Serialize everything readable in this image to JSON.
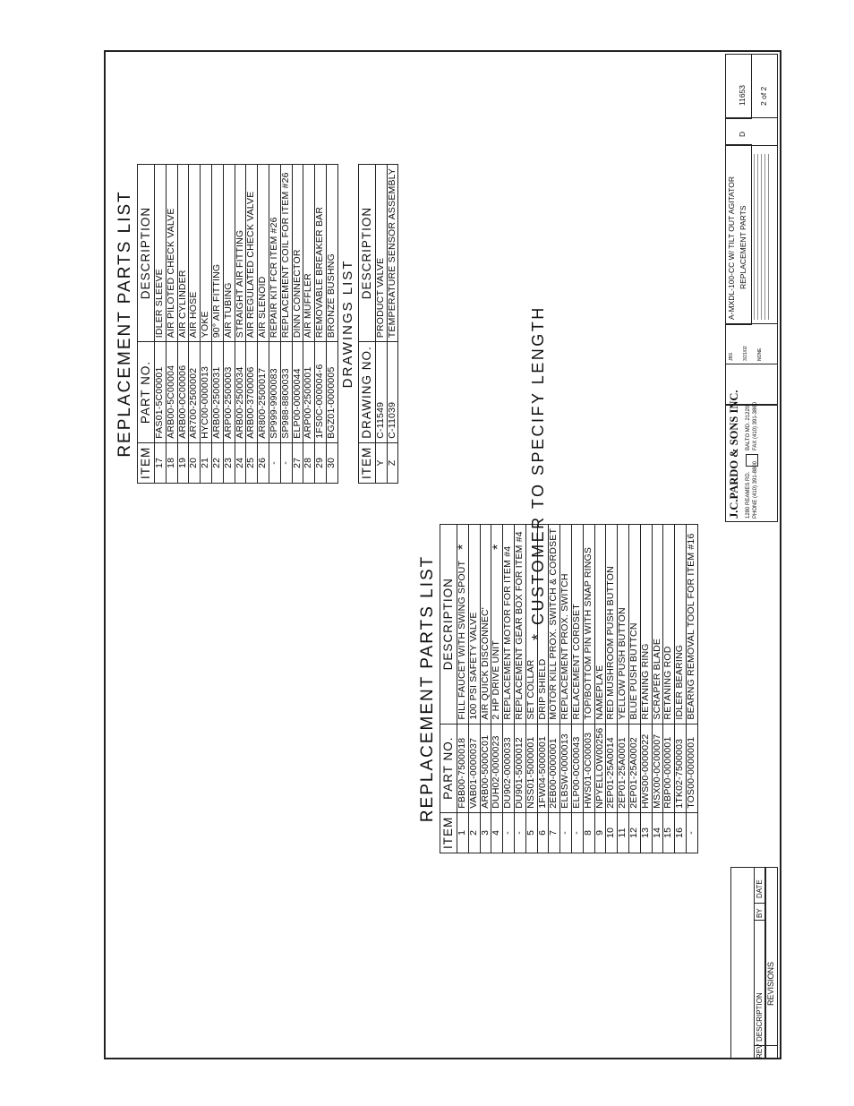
{
  "parts_table_1": {
    "title": "REPLACEMENT PARTS LIST",
    "headers": {
      "item": "ITEM",
      "part": "PART NO.",
      "desc": "DESCRIPTION"
    },
    "rows": [
      {
        "item": "1",
        "part": "FBB00-7500018",
        "desc": "FILL FAUCET WITH SWING SPOUT"
      },
      {
        "item": "2",
        "part": "VAB01-0000037",
        "desc": "100 PSI SAFETY VALVE"
      },
      {
        "item": "3",
        "part": "ARB00-5000C01",
        "desc": "AIR QUICK DISCONNEC'"
      },
      {
        "item": "4",
        "part": "DUH02-0000023",
        "desc": "2 HP DRIVE UNIT"
      },
      {
        "item": "-",
        "part": "DU902-0000033",
        "desc": "REPLACEMENT MOTOR FOR ITEM #4"
      },
      {
        "item": "-",
        "part": "DU901-5000012",
        "desc": "REPLACEMENT GEAR BOX FOR ITEM #4"
      },
      {
        "item": "5",
        "part": "NSS01-5000001",
        "desc": "SET COLLAR"
      },
      {
        "item": "6",
        "part": "1FW04-5000001",
        "desc": "DRIP SHIELD"
      },
      {
        "item": "7",
        "part": "2EB00-0000001",
        "desc": "MOTOR KILL PROX. SWITCH & CORDSET"
      },
      {
        "item": "-",
        "part": "ELBSW-0000013",
        "desc": "REPLACEMENT PROX. SWITCH"
      },
      {
        "item": "-",
        "part": "ELP00-0C00043",
        "desc": "RELACEMENT CORDSET"
      },
      {
        "item": "8",
        "part": "HWS01-0C00003",
        "desc": "TOP/BOTTOM PIN WITH SNAP RINGS"
      },
      {
        "item": "9",
        "part": "NPYELLOW00256",
        "desc": "NAMEPLA'E"
      },
      {
        "item": "10",
        "part": "2EP01-25A0014",
        "desc": "RED MUSHROOM PUSH BUTTON"
      },
      {
        "item": "11",
        "part": "2EP01-25A0001",
        "desc": "YELLOW PUSH BUTTON"
      },
      {
        "item": "12",
        "part": "2EP01-25A0002",
        "desc": "BLUE PUSH BUTTCN"
      },
      {
        "item": "13",
        "part": "HWS00-0000022",
        "desc": "RETANING RING"
      },
      {
        "item": "14",
        "part": "MSX00-0C00007",
        "desc": "SCRAPER BLADE"
      },
      {
        "item": "15",
        "part": "RBP00-0000001",
        "desc": "RETANING ROD"
      },
      {
        "item": "16",
        "part": "1TK02-7500003",
        "desc": "IDLER BEARING"
      },
      {
        "item": "-",
        "part": "TOS00-0000001",
        "desc": "BEARNG REMOVAL TOOL FOR ITEM #16"
      }
    ]
  },
  "parts_table_2": {
    "title": "REPLACEMENT PARTS LIST",
    "headers": {
      "item": "ITEM",
      "part": "PART NO.",
      "desc": "DESCRIPTION"
    },
    "rows": [
      {
        "item": "17",
        "part": "FAS01-5C00001",
        "desc": "IDLER SLEEVE"
      },
      {
        "item": "18",
        "part": "ARB00-5C00004",
        "desc": "AIR PILOTED CHECK VALVE"
      },
      {
        "item": "19",
        "part": "ARB00-0C00006",
        "desc": "AIR CYLINDER"
      },
      {
        "item": "20",
        "part": "AR700-2500002",
        "desc": "AIR HOSE"
      },
      {
        "item": "21",
        "part": "HYC00-0000013",
        "desc": "YOKE"
      },
      {
        "item": "22",
        "part": "ARB00-2500031",
        "desc": "90° AIR FITTING"
      },
      {
        "item": "23",
        "part": "ARP00-2500003",
        "desc": "AIR TUBING"
      },
      {
        "item": "24",
        "part": "ARB00-2500034",
        "desc": "STRAIGHT AIR FITTING"
      },
      {
        "item": "25",
        "part": "ARB00-3700006",
        "desc": "AIR REGULATED CHECK VALVE"
      },
      {
        "item": "26",
        "part": "AR800-2500017",
        "desc": "AIR SLENOID"
      },
      {
        "item": "-",
        "part": "SP999-9900083",
        "desc": "REPAIR KIT FCR ITEM #26"
      },
      {
        "item": "-",
        "part": "SP988-8800033",
        "desc": "REPLACEMENT COIL FOR ITEM #26"
      },
      {
        "item": "27",
        "part": "ELP00-0000044",
        "desc": "DINN CONNECTOR"
      },
      {
        "item": "28",
        "part": "ARP00-2500001",
        "desc": "AIR MUFFLER"
      },
      {
        "item": "29",
        "part": "1FS0C-000004-6",
        "desc": "REMOVABLE BREAKER BAR"
      },
      {
        "item": "30",
        "part": "BGZ01-0000005",
        "desc": "BRONZE BUSHNG"
      }
    ],
    "drawings_title": "DRAWINGS LIST",
    "drawings_headers": {
      "item": "ITEM",
      "part": "DRAWING NO.",
      "desc": "DESCRIPTION"
    },
    "drawings": [
      {
        "item": "Y",
        "part": "C-11549",
        "desc": "PRODUCT VALVE"
      },
      {
        "item": "Z",
        "part": "C-11039",
        "desc": "TEMPERATURE SENSOR ASSEMBLY"
      }
    ]
  },
  "asterisk": "*",
  "note": "* CUSTOMER TO SPECIFY LENGTH",
  "revisions": {
    "title": "REVISIONS",
    "rev": "REV",
    "description": "DESCRIPTION",
    "by": "BY",
    "date": "DATE"
  },
  "title_block": {
    "company": "J.C.PARDO & SONS INC.",
    "address1": "1280 REAMES RD.",
    "address2": "BALTO MD. 21220",
    "phone": "PHONE (410) 391-8800",
    "fax": "FAX (410) 391-3860",
    "drawn_by": "JBS",
    "date": "3/21/02",
    "scale": "NONE",
    "drawing_title": "A-MXDL-100-CC W/ TILT OUT AGITATOR",
    "drawing_subtitle": "REPLACEMENT PARTS",
    "size": "D",
    "drawing_number": "11653",
    "sheet": "2 of 2"
  }
}
